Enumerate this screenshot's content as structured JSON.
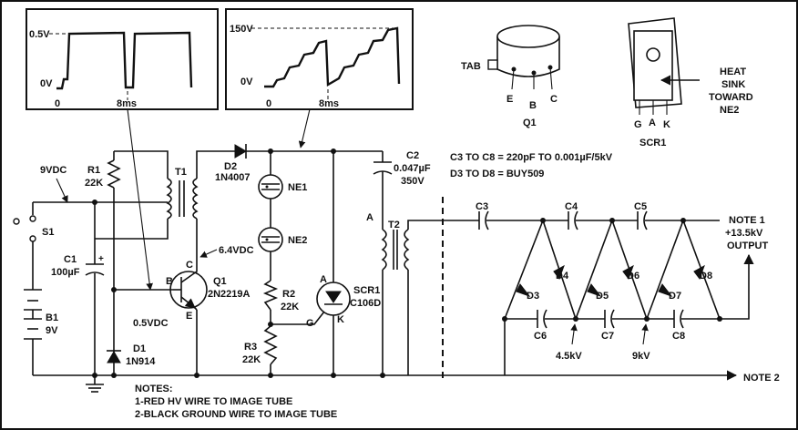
{
  "scope1": {
    "ytop": "0.5V",
    "ybottom": "0V",
    "x0": "0",
    "x1": "8ms"
  },
  "scope2": {
    "ytop": "150V",
    "ybottom": "0V",
    "x0": "0",
    "x1": "8ms"
  },
  "components": {
    "r1": {
      "name": "R1",
      "value": "22K"
    },
    "t1": "T1",
    "d2": {
      "name": "D2",
      "value": "1N4007"
    },
    "ne1": "NE1",
    "ne2": "NE2",
    "c1": {
      "name": "C1",
      "value": "100µF"
    },
    "s1": "S1",
    "b1": {
      "name": "B1",
      "value": "9V"
    },
    "q1": {
      "name": "Q1",
      "value": "2N2219A"
    },
    "d1": {
      "name": "D1",
      "value": "1N914"
    },
    "r2": {
      "name": "R2",
      "value": "22K"
    },
    "r3": {
      "name": "R3",
      "value": "22K"
    },
    "scr1": {
      "name": "SCR1",
      "value": "C106D"
    },
    "c2": {
      "name": "C2",
      "value": "0.047µF",
      "value2": "350V"
    },
    "t2": "T2",
    "mult_caps": [
      "C3",
      "C4",
      "C5",
      "C6",
      "C7",
      "C8"
    ],
    "mult_diodes": [
      "D3",
      "D4",
      "D5",
      "D6",
      "D7",
      "D8"
    ]
  },
  "pins": {
    "q1_b": "B",
    "q1_c": "C",
    "q1_e": "E",
    "scr_a": "A",
    "scr_k": "K",
    "scr_g": "G",
    "t2_a": "A"
  },
  "voltages": {
    "supply": "9VDC",
    "collector": "6.4VDC",
    "base": "0.5VDC",
    "node1": "4.5kV",
    "node2": "9kV"
  },
  "spec_lines": [
    "C3 TO C8 = 220pF TO 0.001µF/5kV",
    "D3 TO D8 = BUY509"
  ],
  "q1_pinout": {
    "tab": "TAB",
    "pins": [
      "E",
      "B",
      "C"
    ],
    "name": "Q1"
  },
  "scr1_pinout": {
    "pins": [
      "G",
      "A",
      "K"
    ],
    "name": "SCR1",
    "heat_sink": [
      "HEAT",
      "SINK",
      "TOWARD",
      "NE2"
    ]
  },
  "output": {
    "note1": "NOTE 1",
    "value": "+13.5kV",
    "label": "OUTPUT",
    "note2": "NOTE 2"
  },
  "notes": [
    "NOTES:",
    "1-RED HV WIRE TO IMAGE TUBE",
    "2-BLACK GROUND WIRE TO IMAGE TUBE"
  ]
}
